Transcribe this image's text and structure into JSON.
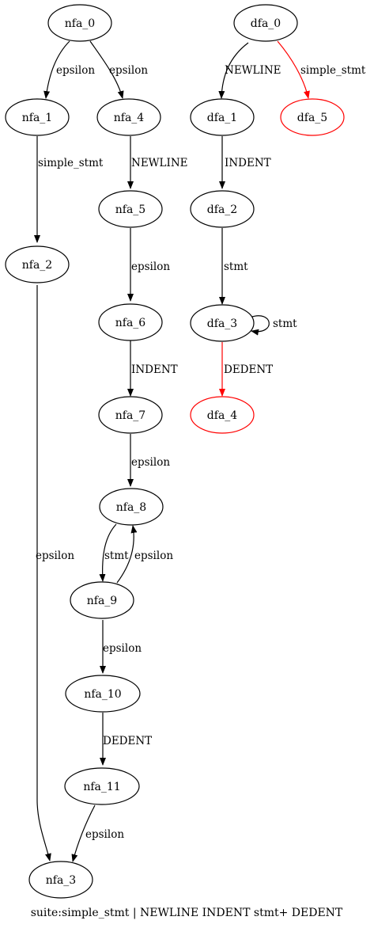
{
  "colors": {
    "default": "#000000",
    "accepting": "#ff0000"
  },
  "caption": "suite:simple_stmt | NEWLINE INDENT stmt+ DEDENT",
  "nfa": {
    "nodes": {
      "n0": "nfa_0",
      "n1": "nfa_1",
      "n4": "nfa_4",
      "n5": "nfa_5",
      "n2": "nfa_2",
      "n6": "nfa_6",
      "n7": "nfa_7",
      "n8": "nfa_8",
      "n9": "nfa_9",
      "n10": "nfa_10",
      "n11": "nfa_11",
      "n3": "nfa_3"
    },
    "edges": {
      "e0_1": "epsilon",
      "e0_4": "epsilon",
      "e1_2": "simple_stmt",
      "e4_5": "NEWLINE",
      "e5_6": "epsilon",
      "e6_7": "INDENT",
      "e7_8": "epsilon",
      "e8_9": "stmt",
      "e9_8": "epsilon",
      "e2_3": "epsilon",
      "e9_10": "epsilon",
      "e10_11": "DEDENT",
      "e11_3": "epsilon"
    }
  },
  "dfa": {
    "nodes": {
      "d0": "dfa_0",
      "d1": "dfa_1",
      "d5": "dfa_5",
      "d2": "dfa_2",
      "d3": "dfa_3",
      "d4": "dfa_4"
    },
    "accepting": [
      "dfa_5",
      "dfa_4"
    ],
    "edges": {
      "d0_1": "NEWLINE",
      "d0_5": "simple_stmt",
      "d1_2": "INDENT",
      "d2_3": "stmt",
      "d3_3": "stmt",
      "d3_4": "DEDENT"
    }
  }
}
